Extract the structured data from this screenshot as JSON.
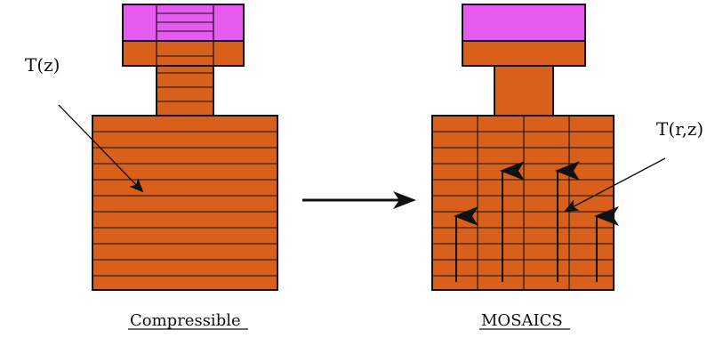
{
  "diagram": {
    "colors": {
      "body": "#D8601A",
      "cap": "#E65BEF",
      "line": "#111111",
      "background": "#FFFFFF"
    },
    "left_panel": {
      "label": "T(z)",
      "caption": "Compressible"
    },
    "right_panel": {
      "label": "T(r,z)",
      "caption": "MOSAICS"
    }
  }
}
